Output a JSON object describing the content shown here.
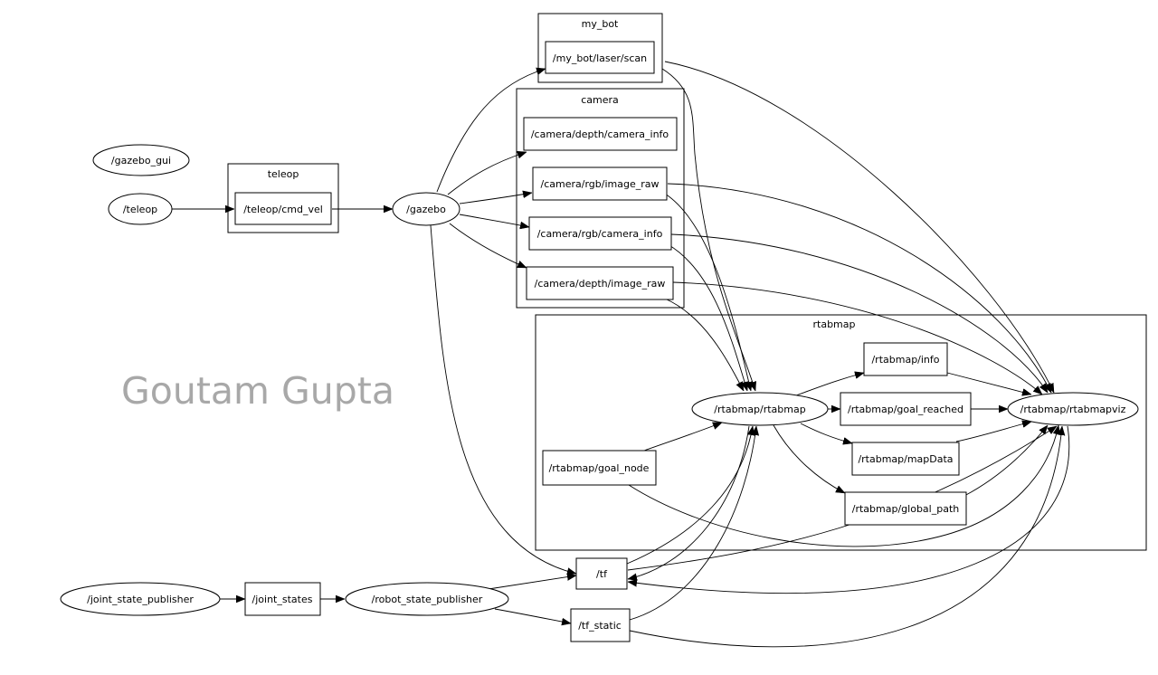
{
  "watermark": "Goutam Gupta",
  "clusters": {
    "my_bot": "my_bot",
    "camera": "camera",
    "teleop": "teleop",
    "rtabmap": "rtabmap"
  },
  "nodes": {
    "gazebo_gui": "/gazebo_gui",
    "teleop": "/teleop",
    "gazebo": "/gazebo",
    "rtabmap": "/rtabmap/rtabmap",
    "rtabmapviz": "/rtabmap/rtabmapviz",
    "joint_state_publisher": "/joint_state_publisher",
    "robot_state_publisher": "/robot_state_publisher"
  },
  "topics": {
    "laser_scan": "/my_bot/laser/scan",
    "depth_camera_info": "/camera/depth/camera_info",
    "rgb_image_raw": "/camera/rgb/image_raw",
    "rgb_camera_info": "/camera/rgb/camera_info",
    "depth_image_raw": "/camera/depth/image_raw",
    "cmd_vel": "/teleop/cmd_vel",
    "info": "/rtabmap/info",
    "goal_reached": "/rtabmap/goal_reached",
    "mapData": "/rtabmap/mapData",
    "global_path": "/rtabmap/global_path",
    "goal_node": "/rtabmap/goal_node",
    "tf": "/tf",
    "tf_static": "/tf_static",
    "joint_states": "/joint_states"
  }
}
